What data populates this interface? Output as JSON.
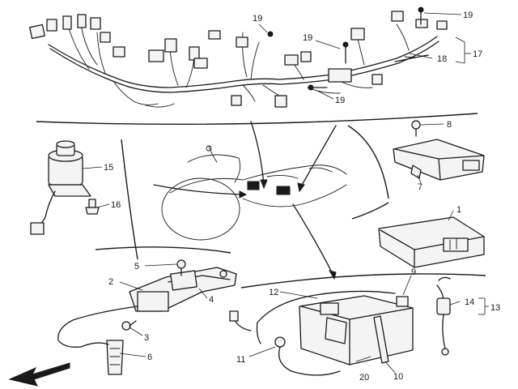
{
  "callouts": [
    "1",
    "2",
    "3",
    "4",
    "5",
    "6",
    "7",
    "8",
    "9",
    "10",
    "11",
    "12",
    "13",
    "14",
    "15",
    "16",
    "17",
    "18",
    "19",
    "20"
  ],
  "colors": {
    "ink": "#1a1a1a",
    "paper": "#ffffff"
  },
  "icons": {
    "front_direction": "arrow-icon"
  }
}
